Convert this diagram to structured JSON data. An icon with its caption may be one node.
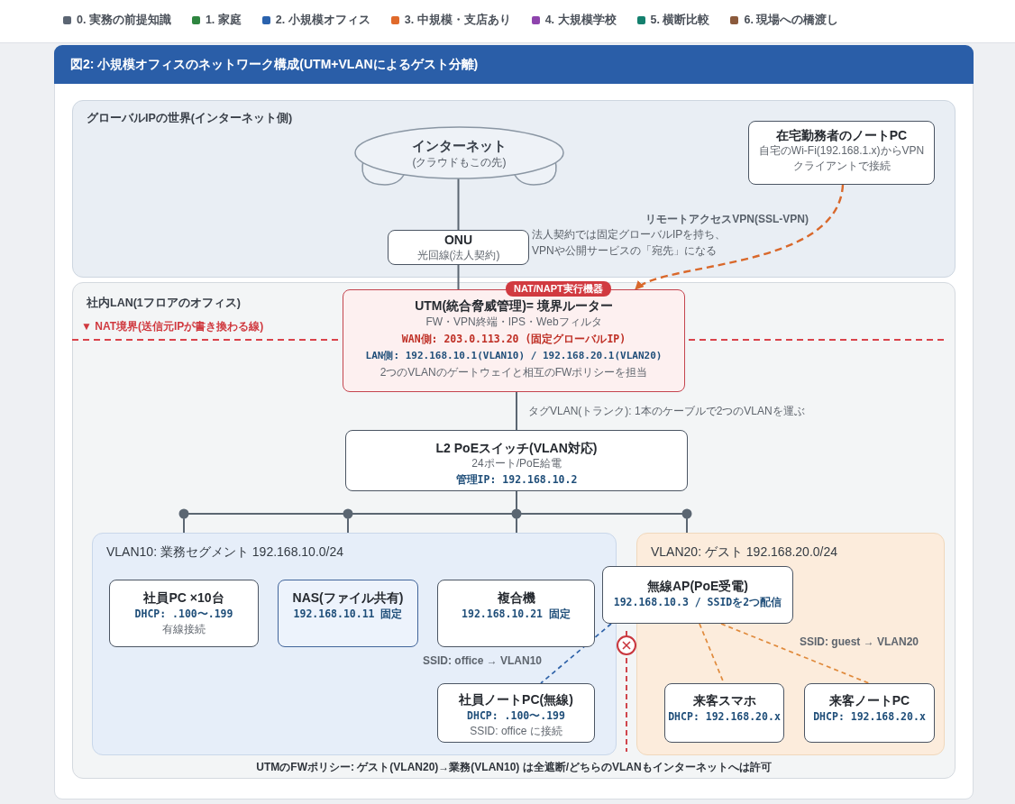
{
  "diagram": {
    "title": "図2: 小規模オフィスのネットワーク構成(UTM+VLANによるゲスト分離)",
    "nodes": [
      {
        "text": [
          "グローバルIPの世界(インターネット側)"
        ]
      },
      {
        "text": [
          "インターネット",
          "(クラウドもこの先)"
        ],
        "in": 0
      },
      {
        "text": [
          "ONU",
          "光回線(法人契約)"
        ],
        "in": 0,
        "beside": [
          "法人契約では固定グローバルIPを持ち、VPNや公開サービスの「宛先」になる"
        ]
      },
      {
        "text": [
          "在宅勤務者のノートPC",
          "自宅のWi-Fi(192.168.1.x)からVPNクライアントで接続"
        ],
        "in": 0
      },
      {
        "text": [
          "社内LAN(1フロアのオフィス)"
        ]
      },
      {
        "text": [
          "NAT/NAPT実行機器",
          "UTM(統合脅威管理)= 境界ルーター",
          "FW・VPN終端・IPS・Webフィルタ",
          "WAN側: 203.0.113.20 (固定グローバルIP)",
          "LAN側: 192.168.10.1(VLAN10) / 192.168.20.1(VLAN20)",
          "2つのVLANのゲートウェイと相互のFWポリシーを担当"
        ],
        "in": 4
      },
      {
        "text": [
          "L2 PoEスイッチ(VLAN対応)",
          "24ポート/PoE給電",
          "管理IP: 192.168.10.2"
        ],
        "in": 4
      },
      {
        "text": [
          "VLAN10: 業務セグメント 192.168.10.0/24"
        ],
        "in": 4
      },
      {
        "text": [
          "社員PC ×10台",
          "DHCP: .100〜.199",
          "有線接続"
        ],
        "in": 7
      },
      {
        "text": [
          "NAS(ファイル共有)",
          "192.168.10.11 固定"
        ],
        "in": 7
      },
      {
        "text": [
          "複合機",
          "192.168.10.21 固定"
        ],
        "in": 7
      },
      {
        "text": [
          "社員ノートPC(無線)",
          "DHCP: .100〜.199",
          "SSID: office に接続"
        ],
        "in": 7
      },
      {
        "text": [
          "VLAN20: ゲスト 192.168.20.0/24"
        ],
        "in": 4
      },
      {
        "text": [
          "無線AP(PoE受電)",
          "192.168.10.3 / SSIDを2つ配信"
        ],
        "in": 4
      },
      {
        "text": [
          "来客スマホ",
          "DHCP: 192.168.20.x"
        ],
        "in": 12
      },
      {
        "text": [
          "来客ノートPC",
          "DHCP: 192.168.20.x"
        ],
        "in": 12
      }
    ],
    "edges": [
      {
        "from": 1,
        "to": 2,
        "arrow": "none"
      },
      {
        "from": 2,
        "to": 5,
        "arrow": "none"
      },
      {
        "from": 3,
        "to": 5,
        "arrow": "to",
        "label": "リモートアクセスVPN(SSL-VPN)",
        "style": "dashed",
        "color": "#d9682b"
      },
      {
        "from": 5,
        "to": 6,
        "arrow": "none",
        "label": "タグVLAN(トランク): 1本のケーブルで2つのVLANを運ぶ"
      },
      {
        "from": 6,
        "to": 7,
        "arrow": "none"
      },
      {
        "from": 6,
        "to": 12,
        "arrow": "none"
      },
      {
        "from": 13,
        "to": 11,
        "arrow": "none",
        "label": "SSID: office → VLAN10",
        "style": "dashed",
        "color": "#2f62a8"
      },
      {
        "from": 13,
        "to": 14,
        "arrow": "none",
        "style": "dashed",
        "color": "#e08a3c"
      },
      {
        "from": 13,
        "to": 15,
        "arrow": "none",
        "label": "SSID: guest → VLAN20",
        "style": "dashed",
        "color": "#e08a3c"
      }
    ],
    "labels": [
      "▼ NAT境界(送信元IPが書き換わる線)",
      "UTMのFWポリシー: ゲスト(VLAN20)→業務(VLAN10) は全遮断/どちらのVLANもインターネットへは許可"
    ],
    "legend": [
      {
        "text": "0. 実務の前提知識",
        "color": "#5b6573"
      },
      {
        "text": "1. 家庭",
        "color": "#2e8540"
      },
      {
        "text": "2. 小規模オフィス",
        "color": "#2a62ad"
      },
      {
        "text": "3. 中規模・支店あり",
        "color": "#e06a2b"
      },
      {
        "text": "4. 大規模学校",
        "color": "#8e44ad"
      },
      {
        "text": "5. 横断比較",
        "color": "#14806e"
      },
      {
        "text": "6. 現場への橋渡し",
        "color": "#8b5a3c"
      }
    ]
  }
}
